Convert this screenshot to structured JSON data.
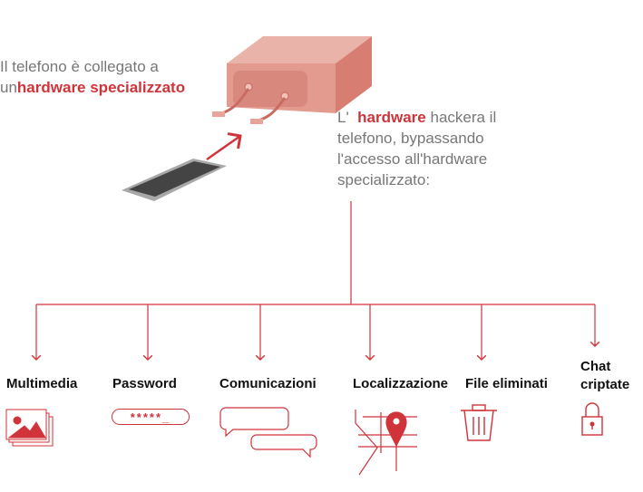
{
  "intro": {
    "line1": "Il telefono è collegato a",
    "prefix": "un",
    "highlight": "hardware specializzato"
  },
  "desc": {
    "prefix": "L'",
    "highlight": "hardware",
    "rest1": "hackera il",
    "line2": "telefono, bypassando",
    "line3": "l'accesso  all'hardware",
    "line4": "specializzato:"
  },
  "categories": [
    {
      "label": "Multimedia",
      "icon": "image-gallery-icon"
    },
    {
      "label": "Password",
      "icon": "password-field-icon"
    },
    {
      "label": "Comunicazioni",
      "icon": "chat-bubbles-icon"
    },
    {
      "label": "Localizzazione",
      "icon": "map-pin-icon"
    },
    {
      "label": "File eliminati",
      "icon": "trash-icon"
    },
    {
      "label": "Chat",
      "label2": "criptate",
      "icon": "lock-icon"
    }
  ],
  "password_mask": "*****_",
  "colors": {
    "accent": "#d0333a",
    "box": "#e29a8f",
    "text": "#777777"
  }
}
